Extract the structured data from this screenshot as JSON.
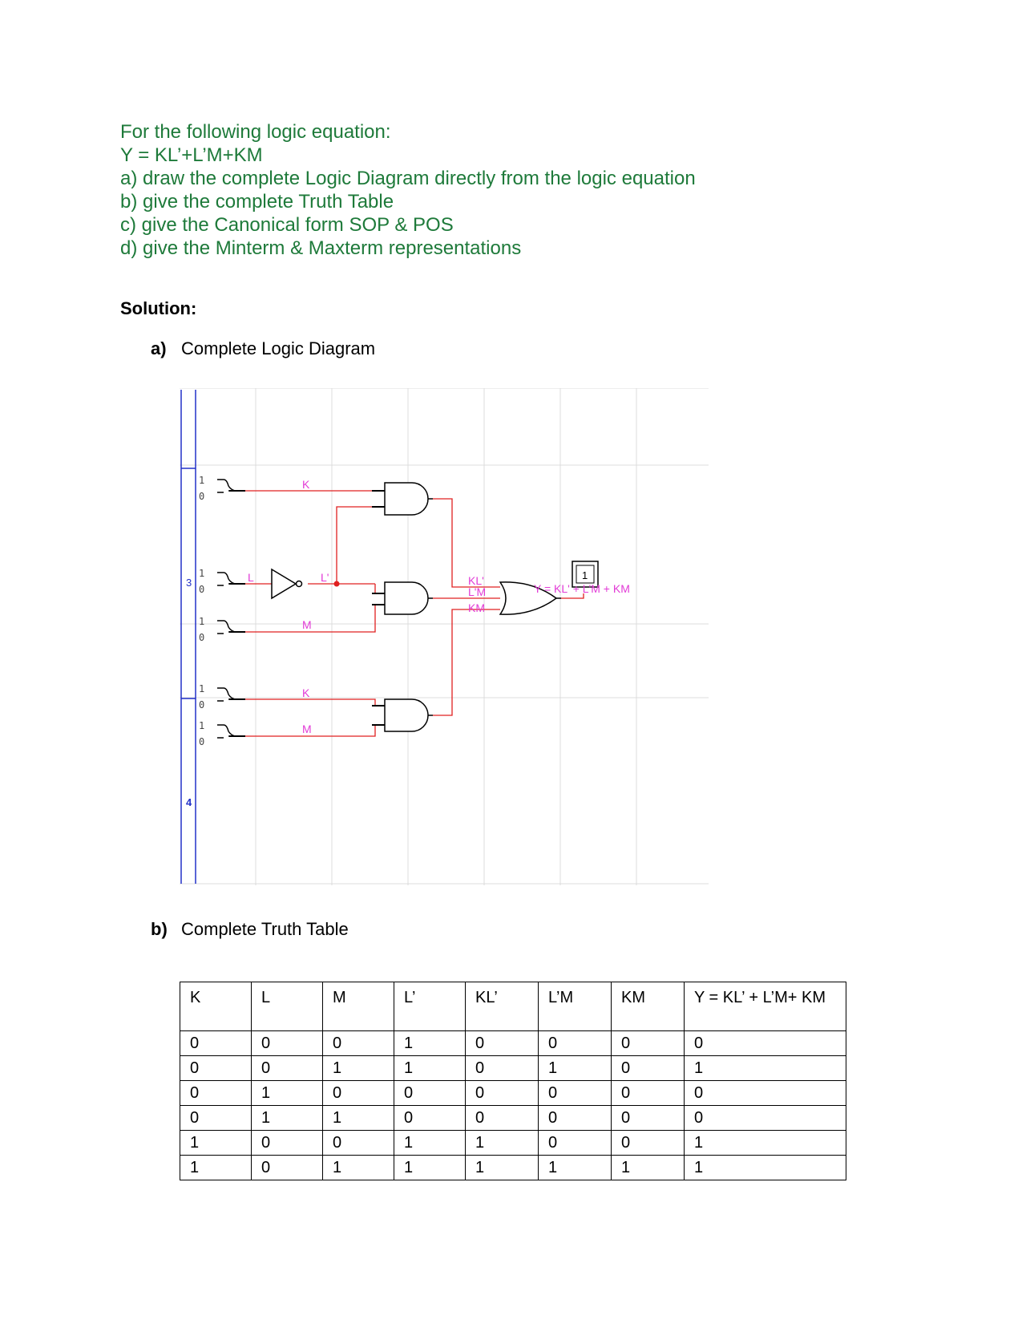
{
  "problem": {
    "lines": [
      "For the following logic equation:",
      "Y = KL’+L’M+KM",
      "a) draw the complete Logic Diagram directly from the logic equation",
      "b) give the complete Truth Table",
      "c) give the Canonical form SOP & POS",
      "d) give the Minterm & Maxterm representations"
    ]
  },
  "solution_heading": "Solution:",
  "section_a": {
    "num": "a)",
    "title": "Complete Logic Diagram"
  },
  "section_b": {
    "num": "b)",
    "title": "Complete Truth Table"
  },
  "diagram": {
    "row_markers": [
      "3",
      "4"
    ],
    "switch_hi": "1",
    "switch_lo": "0",
    "wire_labels": [
      "K",
      "L",
      "L'",
      "M",
      "K",
      "M"
    ],
    "or_input_labels": [
      "KL'",
      "L'M",
      "KM"
    ],
    "output_label": "Y = KL' + L'M + KM",
    "output_probe": "1",
    "wire_color": "#e02020",
    "label_color": "#e23bd6",
    "rail_color": "#2230c8"
  },
  "truth_table": {
    "headers": [
      "K",
      "L",
      "M",
      "L’",
      "KL’",
      "L’M",
      "KM",
      "Y = KL’ + L’M+ KM"
    ],
    "rows": [
      [
        "0",
        "0",
        "0",
        "1",
        "0",
        "0",
        "0",
        "0"
      ],
      [
        "0",
        "0",
        "1",
        "1",
        "0",
        "1",
        "0",
        "1"
      ],
      [
        "0",
        "1",
        "0",
        "0",
        "0",
        "0",
        "0",
        "0"
      ],
      [
        "0",
        "1",
        "1",
        "0",
        "0",
        "0",
        "0",
        "0"
      ],
      [
        "1",
        "0",
        "0",
        "1",
        "1",
        "0",
        "0",
        "1"
      ],
      [
        "1",
        "0",
        "1",
        "1",
        "1",
        "1",
        "1",
        "1"
      ]
    ]
  }
}
